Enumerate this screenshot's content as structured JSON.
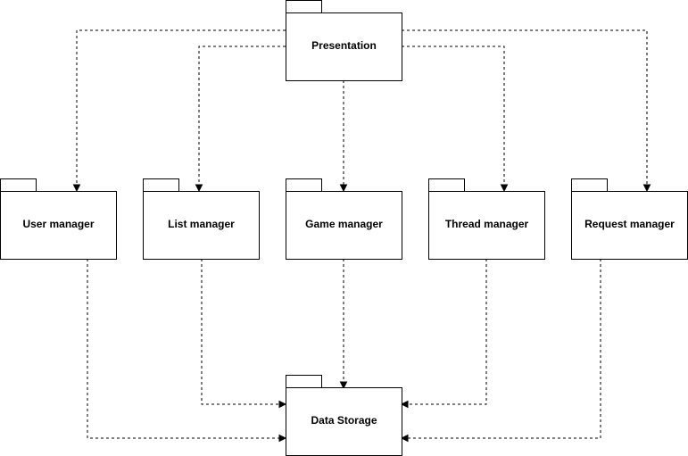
{
  "packages": [
    {
      "id": "presentation",
      "label": "Presentation"
    },
    {
      "id": "user-manager",
      "label": "User manager"
    },
    {
      "id": "list-manager",
      "label": "List manager"
    },
    {
      "id": "game-manager",
      "label": "Game manager"
    },
    {
      "id": "thread-manager",
      "label": "Thread manager"
    },
    {
      "id": "request-manager",
      "label": "Request manager"
    },
    {
      "id": "data-storage",
      "label": "Data Storage"
    }
  ],
  "dependencies": [
    {
      "from": "presentation",
      "to": "user-manager",
      "style": "dashed"
    },
    {
      "from": "presentation",
      "to": "list-manager",
      "style": "dashed"
    },
    {
      "from": "presentation",
      "to": "game-manager",
      "style": "dashed"
    },
    {
      "from": "presentation",
      "to": "thread-manager",
      "style": "dashed"
    },
    {
      "from": "presentation",
      "to": "request-manager",
      "style": "dashed"
    },
    {
      "from": "user-manager",
      "to": "data-storage",
      "style": "dashed"
    },
    {
      "from": "list-manager",
      "to": "data-storage",
      "style": "dashed"
    },
    {
      "from": "game-manager",
      "to": "data-storage",
      "style": "dashed"
    },
    {
      "from": "thread-manager",
      "to": "data-storage",
      "style": "dashed"
    },
    {
      "from": "request-manager",
      "to": "data-storage",
      "style": "dashed"
    }
  ],
  "colors": {
    "stroke": "#000000",
    "fill": "#ffffff",
    "text": "#000000"
  }
}
